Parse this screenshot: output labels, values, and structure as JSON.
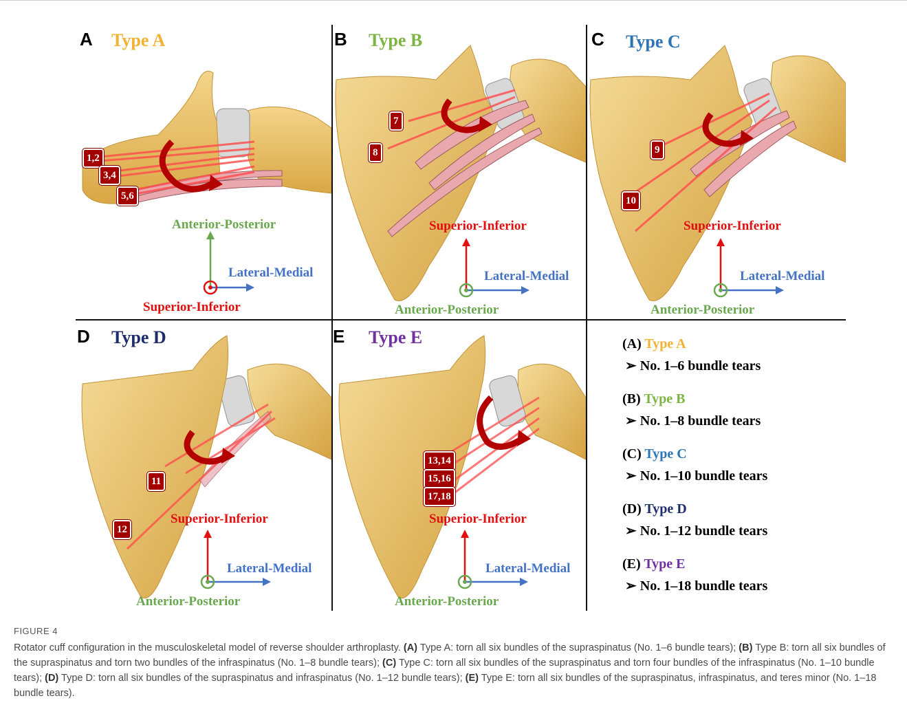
{
  "colors": {
    "type_a": "#F2B233",
    "type_b": "#7DB543",
    "type_c": "#2E75B6",
    "type_d": "#1F2D6B",
    "type_e": "#7030A0",
    "green_axis": "#6AA84F",
    "red_axis": "#E01010",
    "blue_axis": "#4472C4",
    "bone": "#E8BF63",
    "muscle": "#E8A8AE",
    "badge": "#A40000"
  },
  "panels": [
    {
      "letter": "A",
      "type_label": "Type A",
      "badges": [
        "1,2",
        "3,4",
        "5,6"
      ],
      "axes": {
        "vertical": "Anterior-Posterior",
        "horizontal": "Lateral-Medial",
        "out_of_plane": "Superior-Inferior"
      }
    },
    {
      "letter": "B",
      "type_label": "Type B",
      "badges": [
        "7",
        "8"
      ],
      "axes": {
        "vertical": "Superior-Inferior",
        "horizontal": "Lateral-Medial",
        "out_of_plane": "Anterior-Posterior"
      }
    },
    {
      "letter": "C",
      "type_label": "Type C",
      "badges": [
        "9",
        "10"
      ],
      "axes": {
        "vertical": "Superior-Inferior",
        "horizontal": "Lateral-Medial",
        "out_of_plane": "Anterior-Posterior"
      }
    },
    {
      "letter": "D",
      "type_label": "Type D",
      "badges": [
        "11",
        "12"
      ],
      "axes": {
        "vertical": "Superior-Inferior",
        "horizontal": "Lateral-Medial",
        "out_of_plane": "Anterior-Posterior"
      }
    },
    {
      "letter": "E",
      "type_label": "Type E",
      "badges": [
        "13,14",
        "15,16",
        "17,18"
      ],
      "axes": {
        "vertical": "Superior-Inferior",
        "horizontal": "Lateral-Medial",
        "out_of_plane": "Anterior-Posterior"
      }
    }
  ],
  "legend": [
    {
      "key": "(A)",
      "type": "Type A",
      "desc": "No. 1–6 bundle tears"
    },
    {
      "key": "(B)",
      "type": "Type B",
      "desc": "No. 1–8 bundle tears"
    },
    {
      "key": "(C)",
      "type": "Type C",
      "desc": "No. 1–10 bundle tears"
    },
    {
      "key": "(D)",
      "type": "Type D",
      "desc": "No. 1–12 bundle tears"
    },
    {
      "key": "(E)",
      "type": "Type E",
      "desc": "No. 1–18 bundle tears"
    }
  ],
  "legend_bullet": "➢",
  "caption": {
    "label": "FIGURE 4",
    "intro": "Rotator cuff configuration in the musculoskeletal model of reverse shoulder arthroplasty.",
    "parts": [
      {
        "key": "(A)",
        "text": "Type A: torn all six bundles of the supraspinatus (No. 1–6 bundle tears);"
      },
      {
        "key": "(B)",
        "text": "Type B: torn all six bundles of the supraspinatus and torn two bundles of the infraspinatus (No. 1–8 bundle tears);"
      },
      {
        "key": "(C)",
        "text": "Type C: torn all six bundles of the supraspinatus and torn four bundles of the infraspinatus (No. 1–10 bundle tears);"
      },
      {
        "key": "(D)",
        "text": "Type D: torn all six bundles of the supraspinatus and infraspinatus (No. 1–12 bundle tears);"
      },
      {
        "key": "(E)",
        "text": "Type E: torn all six bundles of the supraspinatus, infraspinatus, and teres minor (No. 1–18 bundle tears)."
      }
    ]
  }
}
